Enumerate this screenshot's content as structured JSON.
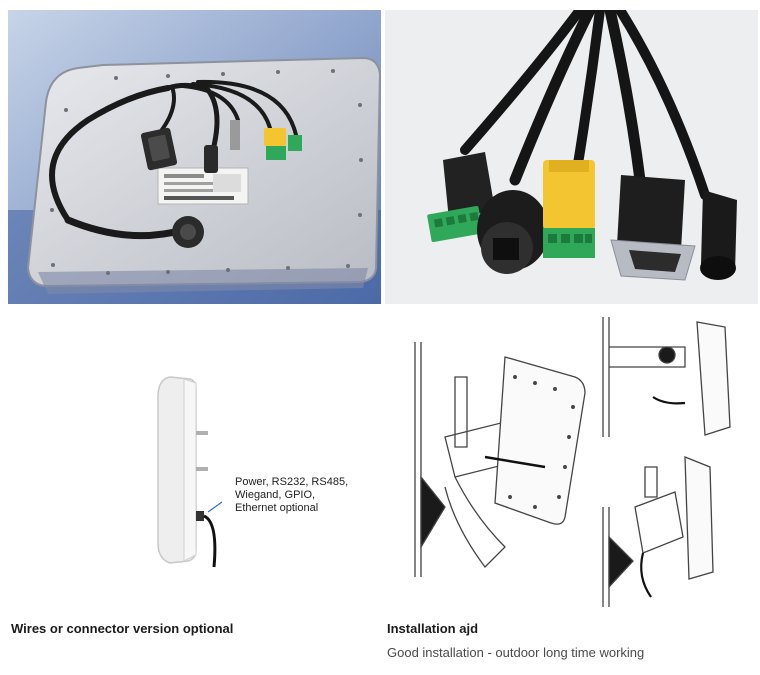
{
  "images": {
    "reader_photo_icon": "antenna-reader-photo",
    "cables_photo_icon": "connector-cables-photo",
    "side_view_icon": "reader-side-view-drawing",
    "install_icon": "installation-diagram"
  },
  "callout_text": "Power, RS232, RS485,\nWiegand, GPIO,\nEthernet optional",
  "captions": {
    "left_title": "Wires or connector version optional",
    "right_title": "Installation ajd",
    "right_subtitle": "Good installation - outdoor long time working"
  },
  "colors": {
    "connector_green": "#2fa85a",
    "connector_yellow": "#f2c531",
    "cable_black": "#1a1a1a",
    "panel_silver": "#c9ccd2"
  }
}
